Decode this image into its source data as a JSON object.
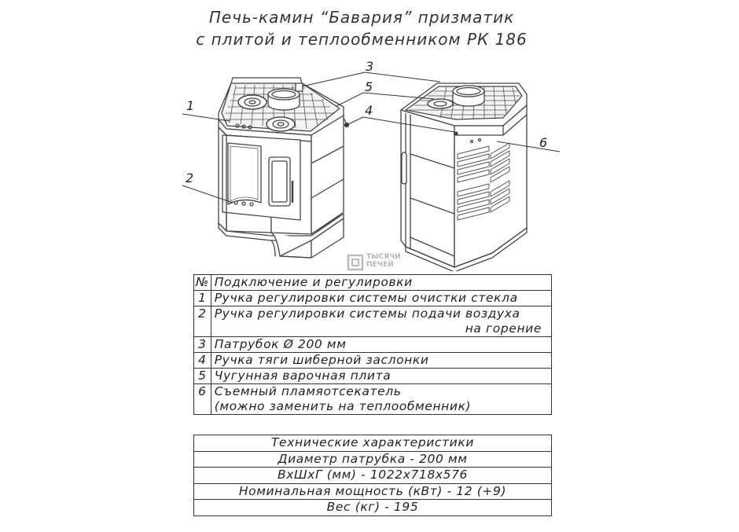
{
  "title": {
    "line1": "Печь-камин “Бавария” призматик",
    "line2": "с плитой и теплообменником РК 186"
  },
  "callouts": [
    "1",
    "2",
    "3",
    "4",
    "5",
    "6"
  ],
  "watermark": {
    "line1": "ТЫСЯЧИ",
    "line2": "ПЕЧЕЙ"
  },
  "parts_table": {
    "header": {
      "num": "№",
      "label": "Подключение и регулировки"
    },
    "rows": [
      {
        "num": "1",
        "label": "Ручка регулировки системы очистки стекла",
        "cont": ""
      },
      {
        "num": "2",
        "label": "Ручка регулировки системы подачи воздуха",
        "cont": "на горение"
      },
      {
        "num": "3",
        "label": "Патрубок Ø 200 мм",
        "cont": ""
      },
      {
        "num": "4",
        "label": "Ручка тяги шиберной заслонки",
        "cont": ""
      },
      {
        "num": "5",
        "label": "Чугунная варочная плита",
        "cont": ""
      },
      {
        "num": "6",
        "label": "Съемный пламяотсекатель",
        "cont": "(можно заменить на теплообменник)"
      }
    ]
  },
  "specs_table": {
    "header": "Технические характеристики",
    "rows": [
      "Диаметр патрубка - 200 мм",
      "ВхШхГ (мм) - 1022х718х576",
      "Номинальная мощность (кВт) - 12 (+9)",
      "Вес (кг) - 195"
    ]
  }
}
